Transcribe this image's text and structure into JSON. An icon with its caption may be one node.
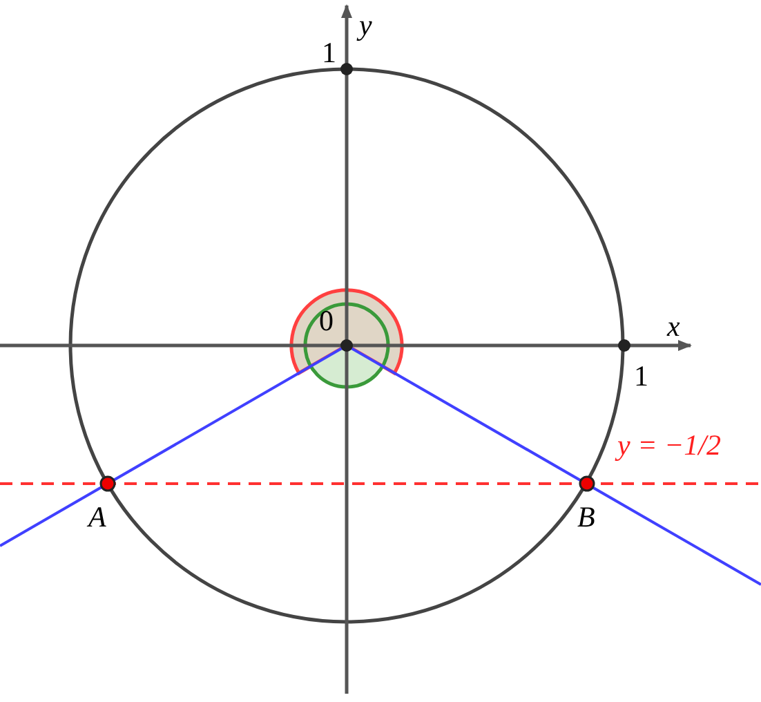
{
  "diagram": {
    "labels": [
      "y",
      "1",
      "x",
      "0",
      "1",
      "y = −1/2",
      "A",
      "B"
    ]
  }
}
